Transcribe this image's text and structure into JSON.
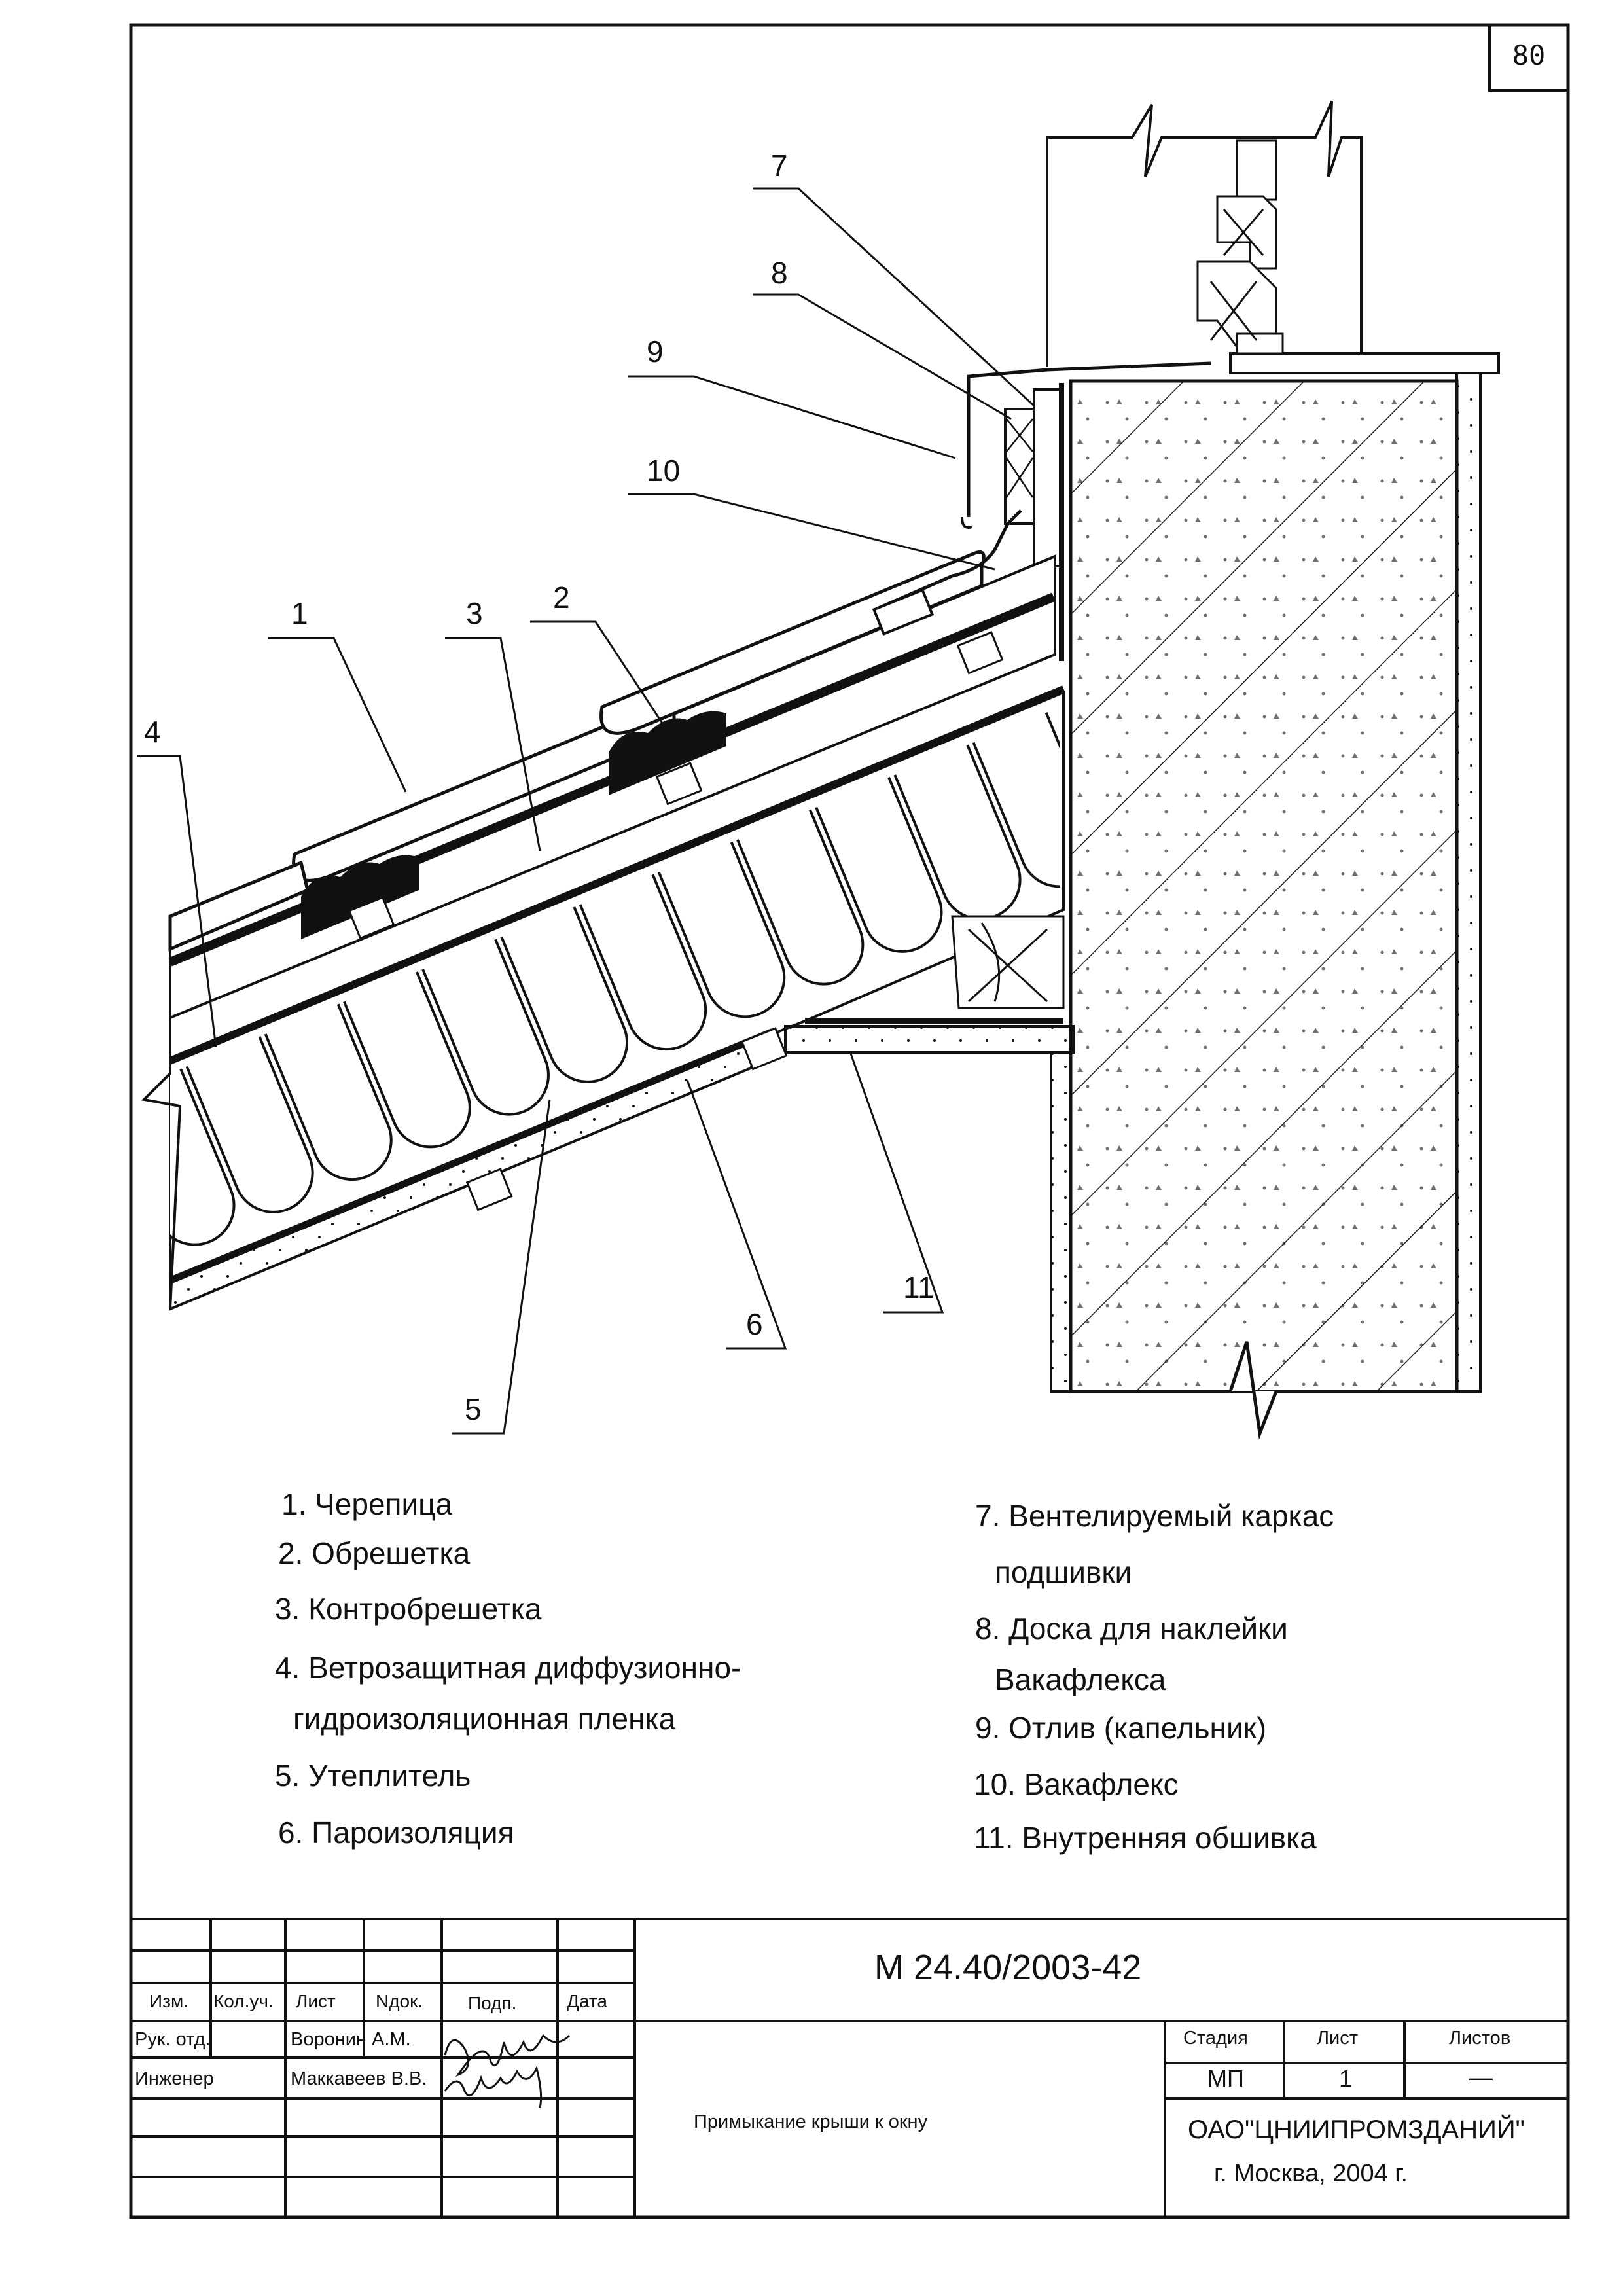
{
  "sheet_number": "80",
  "callouts": [
    "1",
    "2",
    "3",
    "4",
    "5",
    "6",
    "7",
    "8",
    "9",
    "10",
    "11"
  ],
  "legend": {
    "left": [
      "1. Черепица",
      "2. Обрешетка",
      "3. Контробрешетка",
      "4. Ветрозащитная диффузионно-",
      "гидроизоляционная пленка",
      "5. Утеплитель",
      "6. Пароизоляция"
    ],
    "right": [
      "7. Вентелируемый каркас",
      "подшивки",
      "8. Доска для наклейки",
      "Вакафлекса",
      "9. Отлив (капельник)",
      "10. Вакафлекс",
      "11. Внутренняя обшивка"
    ]
  },
  "title_block": {
    "document_code": "М 24.40/2003-42",
    "headers": [
      "Изм.",
      "Кол.уч.",
      "Лист",
      "Nдок.",
      "Подп.",
      "Дата"
    ],
    "roles": [
      {
        "role": "Рук. отд.",
        "name": "Воронин А.М."
      },
      {
        "role": "Инженер",
        "name": "Маккавеев В.В."
      }
    ],
    "drawing_title": "Примыкание крыши к окну",
    "stage_label": "Стадия",
    "sheet_label": "Лист",
    "sheets_label": "Листов",
    "stage_value": "МП",
    "sheet_value": "1",
    "sheets_value": "—",
    "organization": "ОАО\"ЦНИИПРОМЗДАНИЙ\"",
    "city_year": "г. Москва, 2004 г."
  }
}
